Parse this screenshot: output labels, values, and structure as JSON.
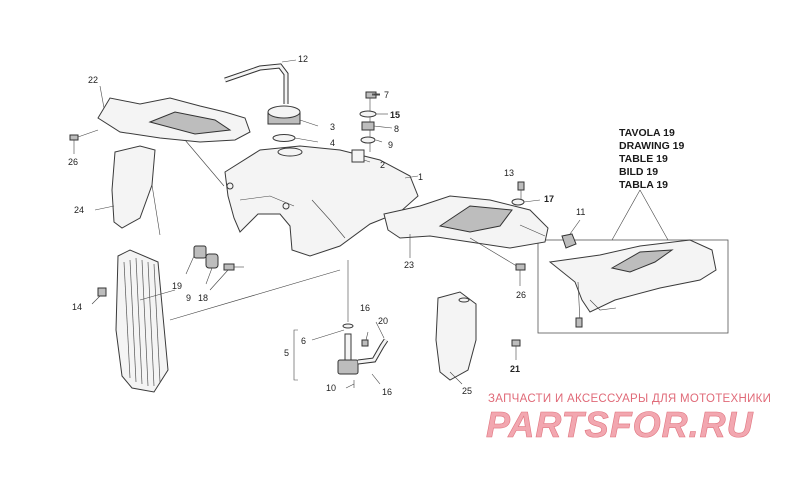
{
  "drawing_title": [
    "TAVOLA 19",
    "DRAWING 19",
    "TABLE 19",
    "BILD 19",
    "TABLA 19"
  ],
  "callouts": {
    "c1": "1",
    "c2": "2",
    "c3": "3",
    "c4": "4",
    "c5": "5",
    "c6": "6",
    "c7": "7",
    "c8": "8",
    "c9a": "9",
    "c9b": "9",
    "c10": "10",
    "c11": "11",
    "c12": "12",
    "c13": "13",
    "c14": "14",
    "c15": "15",
    "c16a": "16",
    "c16b": "16",
    "c17": "17",
    "c18": "18",
    "c19": "19",
    "c20": "20",
    "c21": "21",
    "c22": "22",
    "c23": "23",
    "c24": "24",
    "c25": "25",
    "c26a": "26",
    "c26b": "26"
  },
  "watermark": {
    "subtitle": "ЗАПЧАСТИ И АКСЕССУАРЫ ДЛЯ МОТОТЕХНИКИ",
    "logo": "PARTSFOR.RU"
  },
  "colors": {
    "line": "#3a3a3a",
    "fill": "#f4f4f4",
    "watermark": "#e06a78"
  }
}
